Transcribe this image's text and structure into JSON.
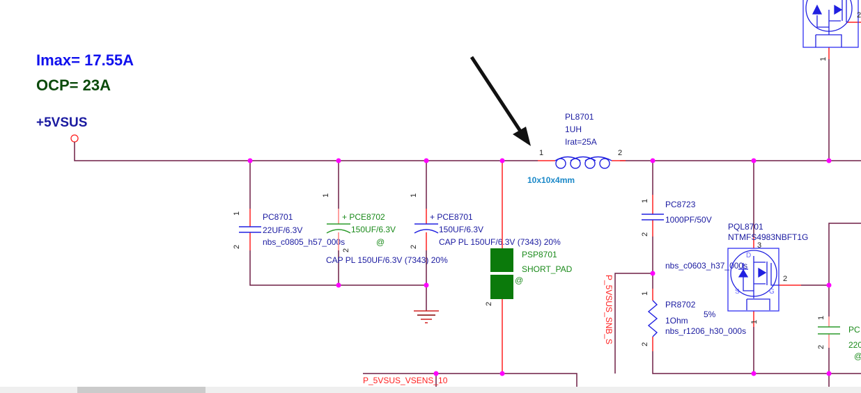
{
  "annotations": {
    "imax": "Imax= 17.55A",
    "ocp": "OCP= 23A",
    "net_5vsus": "+5VSUS",
    "inductor_size": "10x10x4mm"
  },
  "colors": {
    "wire": "#6e1f45",
    "junction": "#ff00ff",
    "imax": "#1010ee",
    "ocp": "#0b4a0b"
  },
  "components": {
    "pc8701": {
      "ref": "PC8701",
      "value": "22UF/6.3V",
      "footprint": "nbs_c0805_h57_000s"
    },
    "pce8702": {
      "ref": "+ PCE8702",
      "value": "150UF/6.3V",
      "at": "@",
      "desc": "CAP PL 150UF/6.3V (7343) 20%"
    },
    "pce8701": {
      "ref": "+ PCE8701",
      "value": "150UF/6.3V",
      "desc": "CAP PL 150UF/6.3V (7343) 20%"
    },
    "psp8701": {
      "ref": "PSP8701",
      "value": "SHORT_PAD",
      "at": "@"
    },
    "pl8701": {
      "ref": "PL8701",
      "value": "1UH",
      "rating": "Irat=25A"
    },
    "pc8723": {
      "ref": "PC8723",
      "value": "1000PF/50V",
      "footprint": "nbs_c0603_h37_000s"
    },
    "pr8702": {
      "ref": "PR8702",
      "value": "1Ohm",
      "tol": "5%",
      "footprint": "nbs_r1206_h30_000s"
    },
    "pql8701": {
      "ref": "PQL8701",
      "part": "NTMFS4983NBFT1G",
      "d": "D",
      "s": "S",
      "g": "G"
    },
    "pc_right": {
      "ref": "PC",
      "value": "220",
      "at": "@"
    }
  },
  "nets": {
    "snb": "P_5VSUS_SNB_S",
    "vsens": "P_5VSUS_VSENS_10"
  },
  "pins": {
    "one": "1",
    "two": "2",
    "three": "3"
  }
}
